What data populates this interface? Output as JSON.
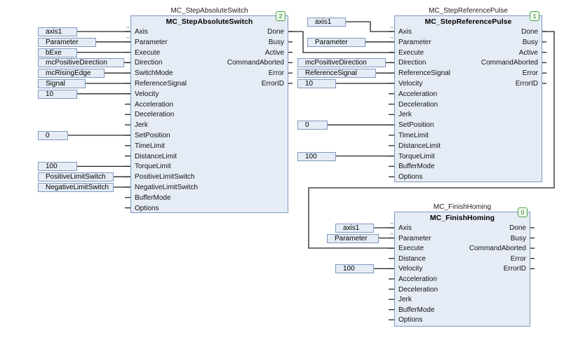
{
  "blocks": [
    {
      "instance": "MC_StepAbsoluteSwitch",
      "type": "MC_StepAbsoluteSwitch",
      "order": "2",
      "inputs": [
        "Axis",
        "Parameter",
        "Execute",
        "Direction",
        "SwitchMode",
        "ReferenceSignal",
        "Velocity",
        "Acceleration",
        "Deceleration",
        "Jerk",
        "SetPosition",
        "TimeLimit",
        "DistanceLimit",
        "TorqueLimit",
        "PositiveLimitSwitch",
        "NegativeLimitSwitch",
        "BufferMode",
        "Options"
      ],
      "outputs": [
        "Done",
        "Busy",
        "Active",
        "CommandAborted",
        "Error",
        "ErrorID"
      ]
    },
    {
      "instance": "MC_StepReferencePulse",
      "type": "MC_StepReferencePulse",
      "order": "1",
      "inputs": [
        "Axis",
        "Parameter",
        "Execute",
        "Direction",
        "ReferenceSignal",
        "Velocity",
        "Acceleration",
        "Deceleration",
        "Jerk",
        "SetPosition",
        "TimeLimit",
        "DistanceLimit",
        "TorqueLimit",
        "BufferMode",
        "Options"
      ],
      "outputs": [
        "Done",
        "Busy",
        "Active",
        "CommandAborted",
        "Error",
        "ErrorID"
      ]
    },
    {
      "instance": "MC_FinishHoming",
      "type": "MC_FinishHoming",
      "order": "0",
      "inputs": [
        "Axis",
        "Parameter",
        "Execute",
        "Distance",
        "Velocity",
        "Acceleration",
        "Deceleration",
        "Jerk",
        "BufferMode",
        "Options"
      ],
      "outputs": [
        "Done",
        "Busy",
        "CommandAborted",
        "Error",
        "ErrorID"
      ]
    }
  ],
  "constants": [
    {
      "text": "axis1",
      "block": 0,
      "pin": "Axis"
    },
    {
      "text": "Parameter",
      "block": 0,
      "pin": "Parameter"
    },
    {
      "text": "bExe",
      "block": 0,
      "pin": "Execute"
    },
    {
      "text": "mcPositiveDirection",
      "block": 0,
      "pin": "Direction"
    },
    {
      "text": "mcRisingEdge",
      "block": 0,
      "pin": "SwitchMode"
    },
    {
      "text": "Signal",
      "block": 0,
      "pin": "ReferenceSignal"
    },
    {
      "text": "10",
      "block": 0,
      "pin": "Velocity"
    },
    {
      "text": "0",
      "block": 0,
      "pin": "SetPosition"
    },
    {
      "text": "100",
      "block": 0,
      "pin": "TorqueLimit"
    },
    {
      "text": "PositiveLimitSwitch",
      "block": 0,
      "pin": "PositiveLimitSwitch"
    },
    {
      "text": "NegativeLimitSwitch",
      "block": 0,
      "pin": "NegativeLimitSwitch"
    },
    {
      "text": "axis1",
      "block": 1,
      "pin": "Axis"
    },
    {
      "text": "Parameter",
      "block": 1,
      "pin": "Parameter"
    },
    {
      "text": "mcPositiveDirection",
      "block": 1,
      "pin": "Direction"
    },
    {
      "text": "ReferenceSignal",
      "block": 1,
      "pin": "ReferenceSignal"
    },
    {
      "text": "10",
      "block": 1,
      "pin": "Velocity"
    },
    {
      "text": "0",
      "block": 1,
      "pin": "SetPosition"
    },
    {
      "text": "100",
      "block": 1,
      "pin": "TorqueLimit"
    },
    {
      "text": "axis1",
      "block": 2,
      "pin": "Axis"
    },
    {
      "text": "Parameter",
      "block": 2,
      "pin": "Parameter"
    },
    {
      "text": "100",
      "block": 2,
      "pin": "Velocity"
    }
  ],
  "colors": {
    "block_fill": "#e6ecf6",
    "block_border": "#7f98be",
    "wire": "#000000",
    "order_badge": "#4aa04a"
  },
  "ref_marker": "↔"
}
